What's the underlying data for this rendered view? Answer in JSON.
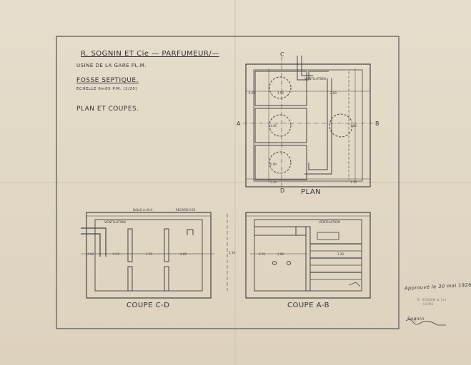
{
  "title_block": {
    "company": "R. SOGNIN ET Cie — PARFUMEUR/—",
    "factory": "USINE DE LA GARE PL.M.",
    "subject": "FOSSE SEPTIQUE.",
    "scale": "ECHELLE 0m05 P.M. (1/20)",
    "views": "PLAN ET COUPES."
  },
  "plan": {
    "label": "PLAN",
    "section_markers": {
      "top": "C",
      "bottom": "D",
      "left": "A",
      "right": "B"
    },
    "ventilation": "VENTILATION",
    "dims": [
      "1.90",
      "2.90",
      "1.20",
      "1.70",
      "1.40",
      "1.80",
      "0.90",
      "4.00"
    ]
  },
  "section_cd": {
    "label": "COUPE C-D",
    "notes": [
      "DALLE en B.A.",
      "REGARD 0.50"
    ],
    "ventilation": "VENTILATION",
    "dims": [
      "4.00",
      "0.70",
      "1.70",
      "0.80",
      "1.10"
    ]
  },
  "section_ab": {
    "label": "COUPE A-B",
    "ventilation": "VENTILATION",
    "dims": [
      "1.80",
      "1.20",
      "0.70"
    ]
  },
  "approval": {
    "text": "Approuvé le 30 mai 1926",
    "stamp_line1": "R. SOGNIN & Cie",
    "stamp_line2": "USINE",
    "signature": "Sognin"
  }
}
